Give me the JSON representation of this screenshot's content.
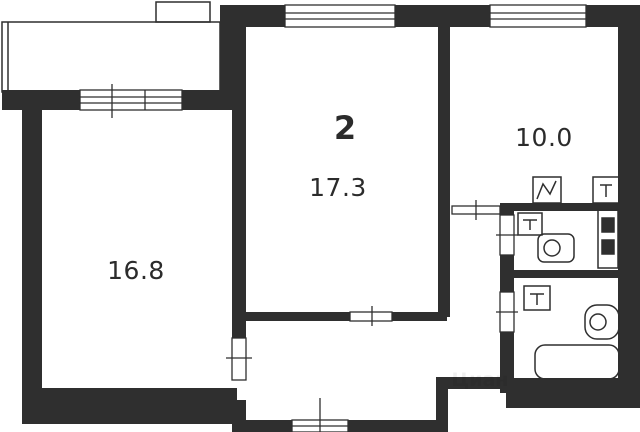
{
  "plan": {
    "room_count": "2",
    "rooms": [
      {
        "id": "left-room",
        "area": "16.8"
      },
      {
        "id": "center-room",
        "area": "17.3"
      },
      {
        "id": "right-room",
        "area": "10.0"
      }
    ],
    "watermark": "Циан"
  },
  "colors": {
    "wall": "#2f2f2f",
    "background": "#ffffff",
    "fixture_stroke": "#2f2f2f"
  },
  "icons": [
    "window-icon",
    "door-icon",
    "sink-icon",
    "toilet-icon",
    "bathtub-icon",
    "stove-icon",
    "ventilation-icon",
    "balcony"
  ]
}
